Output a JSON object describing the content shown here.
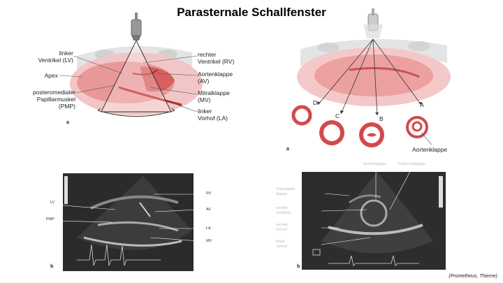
{
  "title": "Parasternale Schallfenster",
  "diagram_a": {
    "labels_left": [
      "linker\nVentrikel (LV)",
      "Apex",
      "posteromedialer\nPapillarmuskel\n(PMP)"
    ],
    "labels_right": [
      "rechter\nVentrikel (RV)",
      "Aortenklappe\n(AV)",
      "Mitralklappe\n(MV)",
      "linker\nVorhof (LA)"
    ],
    "panel_letter": "a"
  },
  "diagram_short_axis": {
    "planes": [
      "D",
      "C",
      "B",
      "A"
    ],
    "valve_label": "Aortenklappe",
    "panel_letter": "a"
  },
  "echo_long_axis": {
    "labels_left": [
      "LV",
      "PMP"
    ],
    "labels_right": [
      "RV",
      "AV",
      "LA",
      "MV"
    ],
    "panel_letter": "b"
  },
  "echo_short_axis": {
    "labels_top": [
      "Aortenklappe",
      "Pulmonalklappe"
    ],
    "labels_left": [
      "Trikuspidal-\nklappe",
      "rechter\nVentrikel",
      "rechter\nVorhof",
      "linker\nVorhof"
    ],
    "panel_letter": "b"
  },
  "credit": "(Prometheus, Thieme)",
  "colors": {
    "heart_red": "#e07070",
    "heart_light": "#f4c4c4",
    "dark_red": "#b82a2a",
    "echo_bg": "#2a2a2a"
  }
}
